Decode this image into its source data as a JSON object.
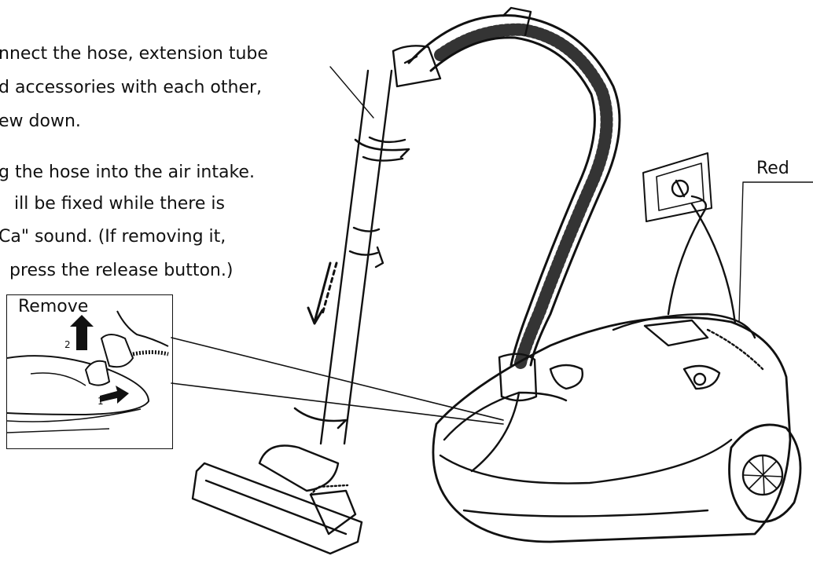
{
  "instructions": {
    "step1_lines": [
      "nnect the hose, extension tube",
      "d accessories with each other,",
      "ew down."
    ],
    "step2_lines": [
      "g the hose into the air intake.",
      "ill be  fixed while there is",
      "Ca\"  sound. (If removing it,",
      "press the release button.)"
    ]
  },
  "inset": {
    "title": "Remove",
    "step_numbers": [
      "2",
      "1"
    ]
  },
  "callout": {
    "label": "Red"
  }
}
